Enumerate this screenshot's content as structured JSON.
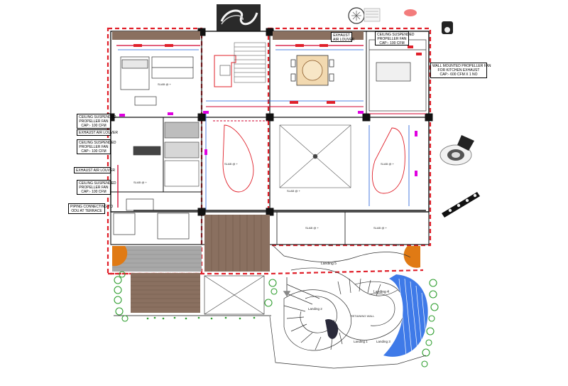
{
  "colors": {
    "boundary": "#e0202a",
    "wall": "#111111",
    "duct": "#d2002d",
    "magenta": "#e000e0",
    "blue": "#1e5bd8",
    "deck": "#8a7060",
    "pool": "#3f7ae8",
    "tree": "#2f9e2f",
    "door": "#e07a14"
  },
  "left_callouts": [
    {
      "lines": [
        "CEILING SUSPENDED",
        "PROPELLER FAN",
        "CAP:- 100 CFM"
      ]
    },
    {
      "lines": [
        "EXHAUST AIR LOUVER"
      ]
    },
    {
      "lines": [
        "CEILING SUSPENDED",
        "PROPELLER FAN",
        "CAP:- 100 CFM"
      ]
    },
    {
      "lines": [
        "EXHAUST AIR LOUVER"
      ]
    },
    {
      "lines": [
        "CEILING SUSPENDED",
        "PROPELLER FAN",
        "CAP:- 100 CFM"
      ]
    },
    {
      "lines": [
        "PIPING CONNECTING TO",
        "ODU AT TERRACE"
      ]
    }
  ],
  "top_callouts": {
    "exhaust_louver": [
      "EXHAUST",
      "AIR LOUVER"
    ],
    "ceiling_fan": [
      "CEILING SUSPENDED",
      "PROPELLER FAN",
      "CAP:- 100 CFM"
    ]
  },
  "right_callout": [
    "WALL MOUNTED PROPELLER FAN",
    "FOR KITCHEN EXHAUST",
    "CAP:- 600 CFM X 1 NO"
  ],
  "stair_labels": {
    "landing_5": "Landing 5",
    "landing_4": "Landing 4",
    "landing_3": "Landing 3",
    "landing_2": "Landing 2",
    "landing_1": "Landing 1",
    "retaining_wall": "RETAINING WALL"
  },
  "stair_dn": "DN",
  "room_level_tag": "SLAB @ +"
}
